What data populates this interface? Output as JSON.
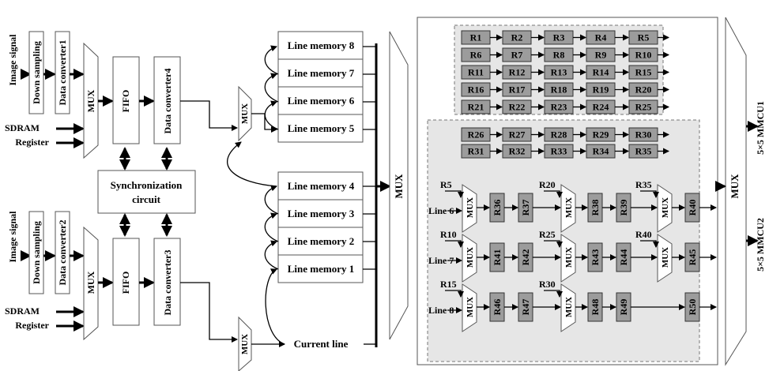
{
  "inputs": {
    "image_signal_1": "Image signal",
    "image_signal_2": "Image signal",
    "sdram_1": "SDRAM",
    "sdram_2": "SDRAM",
    "register_1": "Register",
    "register_2": "Register"
  },
  "blocks": {
    "down_sampling_1": "Down sampling",
    "down_sampling_2": "Down sampling",
    "data_converter_1": "Data converter1",
    "data_converter_2": "Data converter2",
    "data_converter_3": "Data converter3",
    "data_converter_4": "Data converter4",
    "fifo_1": "FIFO",
    "fifo_2": "FIFO",
    "sync_line1": "Synchronization",
    "sync_line2": "circuit",
    "mux": "MUX",
    "current_line": "Current line"
  },
  "line_memories": [
    "Line memory 8",
    "Line memory 7",
    "Line memory 6",
    "Line memory 5",
    "Line memory 4",
    "Line memory 3",
    "Line memory 2",
    "Line memory 1"
  ],
  "registers_top": [
    [
      "R1",
      "R2",
      "R3",
      "R4",
      "R5"
    ],
    [
      "R6",
      "R7",
      "R8",
      "R9",
      "R10"
    ],
    [
      "R11",
      "R12",
      "R13",
      "R14",
      "R15"
    ],
    [
      "R16",
      "R17",
      "R18",
      "R19",
      "R20"
    ],
    [
      "R21",
      "R22",
      "R23",
      "R24",
      "R25"
    ]
  ],
  "registers_mid": [
    [
      "R26",
      "R27",
      "R28",
      "R29",
      "R30"
    ],
    [
      "R31",
      "R32",
      "R33",
      "R34",
      "R35"
    ]
  ],
  "mux_rows": [
    {
      "line_label": "Line 6",
      "inputs": [
        "R5",
        "R20",
        "R35"
      ],
      "regs": [
        "R36",
        "R37",
        "R38",
        "R39",
        "R40"
      ]
    },
    {
      "line_label": "Line 7",
      "inputs": [
        "R10",
        "R25",
        "R40"
      ],
      "regs": [
        "R41",
        "R42",
        "R43",
        "R44",
        "R45"
      ]
    },
    {
      "line_label": "Line 8",
      "inputs": [
        "R15",
        "R30",
        ""
      ],
      "regs": [
        "R46",
        "R47",
        "R48",
        "R49",
        "R50"
      ]
    }
  ],
  "outputs": {
    "mmcu1": "5×5 MMCU1",
    "mmcu2": "5×5 MMCU2"
  }
}
